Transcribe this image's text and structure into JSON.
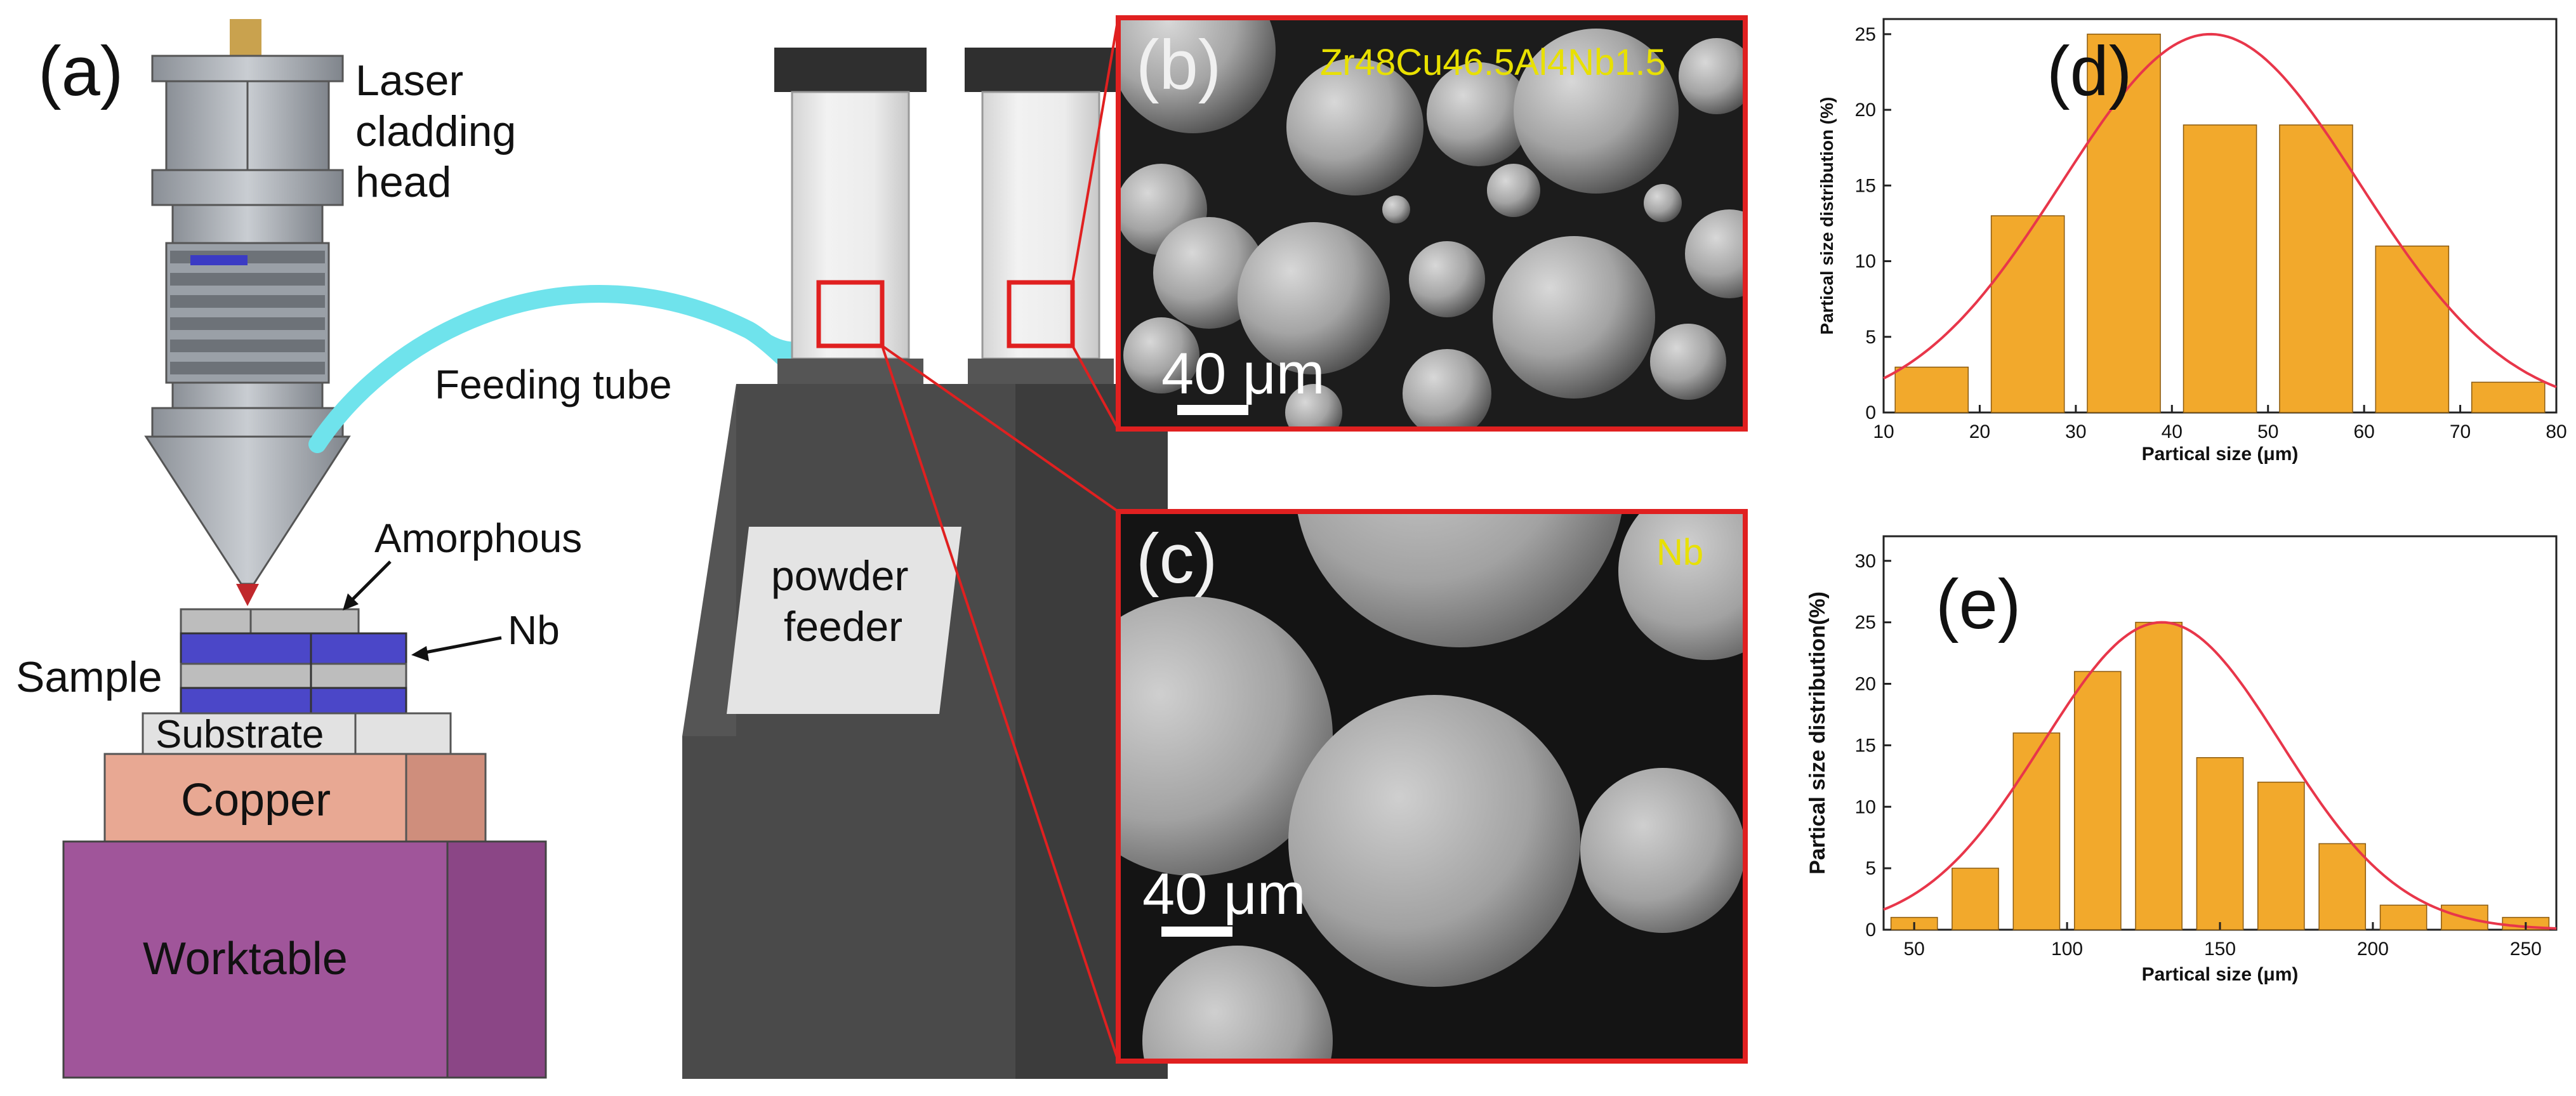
{
  "panels": {
    "a": {
      "label": "(a)",
      "laser_head": "Laser cladding head",
      "laser_head_lines": [
        "Laser",
        "cladding",
        "head"
      ],
      "feeding_tube": "Feeding tube",
      "amorphous": "Amorphous",
      "nb": "Nb",
      "sample": "Sample",
      "substrate": "Substrate",
      "copper": "Copper",
      "worktable": "Worktable",
      "powder_feeder_lines": [
        "powder",
        "feeder"
      ]
    },
    "b": {
      "label": "(b)",
      "material": "Zr48Cu46.5Al4Nb1.5",
      "scale": "40 μm"
    },
    "c": {
      "label": "(c)",
      "material": "Nb",
      "scale": "40 μm"
    }
  },
  "colors": {
    "bar": "#F2A92C",
    "fit": "#E8364A",
    "tube": "#6FE3EC",
    "sem_label": "#E8E000",
    "frame_red": "#E02020",
    "nb_blue": "#4B47C8",
    "copper": "#E8A893",
    "worktable": "#A0559A",
    "feeder": "#4A4A4A"
  },
  "chart_data": [
    {
      "type": "bar",
      "panel": "(d)",
      "x": [
        15,
        25,
        35,
        45,
        55,
        65,
        75
      ],
      "values": [
        3,
        13,
        25,
        19,
        19,
        11,
        2
      ],
      "bin_width": 10,
      "xlim": [
        10,
        80
      ],
      "ylim": [
        0,
        26
      ],
      "xticks": [
        10,
        20,
        30,
        40,
        50,
        60,
        70,
        80
      ],
      "yticks": [
        0,
        5,
        10,
        15,
        20,
        25
      ],
      "xlabel": "Partical size (μm)",
      "ylabel": "Partical size distribution (%)",
      "fit": {
        "type": "gaussian",
        "mean": 44,
        "sigma": 15.5,
        "peak": 25
      }
    },
    {
      "type": "bar",
      "panel": "(e)",
      "x": [
        50,
        70,
        90,
        110,
        130,
        150,
        170,
        190,
        210,
        230,
        250
      ],
      "values": [
        1,
        5,
        16,
        21,
        25,
        14,
        12,
        7,
        2,
        2,
        1
      ],
      "bin_width": 20,
      "xlim": [
        40,
        260
      ],
      "ylim": [
        0,
        32
      ],
      "xticks": [
        50,
        100,
        150,
        200,
        250
      ],
      "yticks": [
        0,
        5,
        10,
        15,
        20,
        25,
        30
      ],
      "xlabel": "Partical size (μm)",
      "ylabel": "Partical size distribution(%)",
      "fit": {
        "type": "gaussian",
        "mean": 131,
        "sigma": 39,
        "peak": 25
      }
    }
  ]
}
